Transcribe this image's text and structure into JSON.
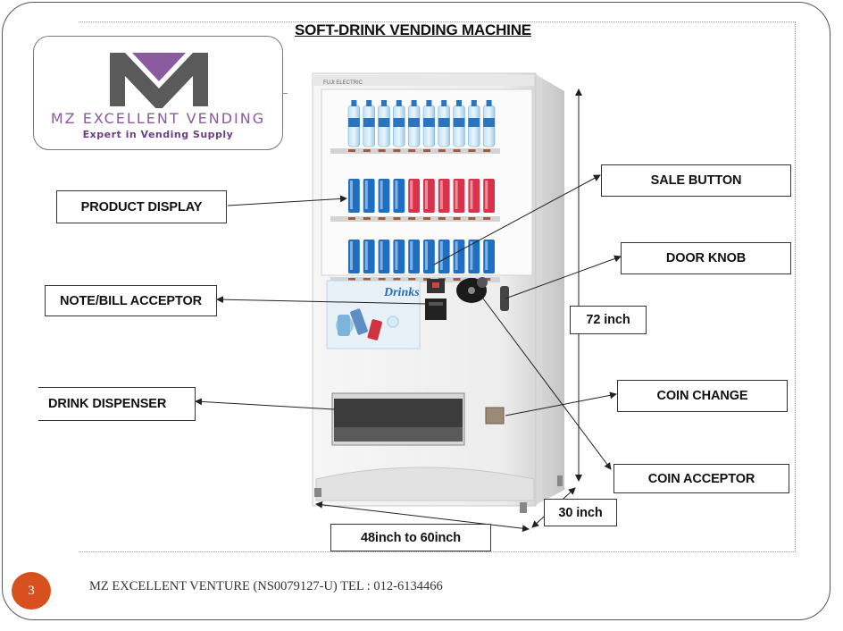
{
  "title": "SOFT-DRINK VENDING MACHINE",
  "logo": {
    "name": "MZ EXCELLENT VENDING",
    "tagline": "Expert in Vending Supply",
    "colors": {
      "dark": "#5a5a5a",
      "purple": "#8a5b9e"
    }
  },
  "machine": {
    "panel_text": "Drinks",
    "brand_text": "FUJI ELECTRIC",
    "shelves": [
      {
        "products": [
          "water",
          "water",
          "water",
          "water",
          "water",
          "water",
          "water",
          "water",
          "water",
          "water"
        ]
      },
      {
        "products": [
          "can",
          "can",
          "can",
          "can",
          "red",
          "red",
          "red",
          "red",
          "red",
          "red"
        ]
      },
      {
        "products": [
          "can",
          "can",
          "can",
          "can",
          "can",
          "can",
          "can",
          "can",
          "can",
          "can"
        ]
      }
    ]
  },
  "callouts": {
    "product_display": "PRODUCT DISPLAY",
    "note_bill_acceptor": "NOTE/BILL ACCEPTOR",
    "drink_dispenser": "DRINK DISPENSER",
    "sale_button": "SALE BUTTON",
    "door_knob": "DOOR KNOB",
    "coin_change": "COIN CHANGE",
    "coin_acceptor": "COIN ACCEPTOR"
  },
  "dimensions": {
    "height": "72 inch",
    "depth": "30 inch",
    "width": "48inch to 60inch"
  },
  "footer": {
    "text": "MZ EXCELLENT VENTURE (NS0079127-U) TEL : 012-6134466",
    "page_number": "3",
    "page_number_color": "#d9501f"
  }
}
